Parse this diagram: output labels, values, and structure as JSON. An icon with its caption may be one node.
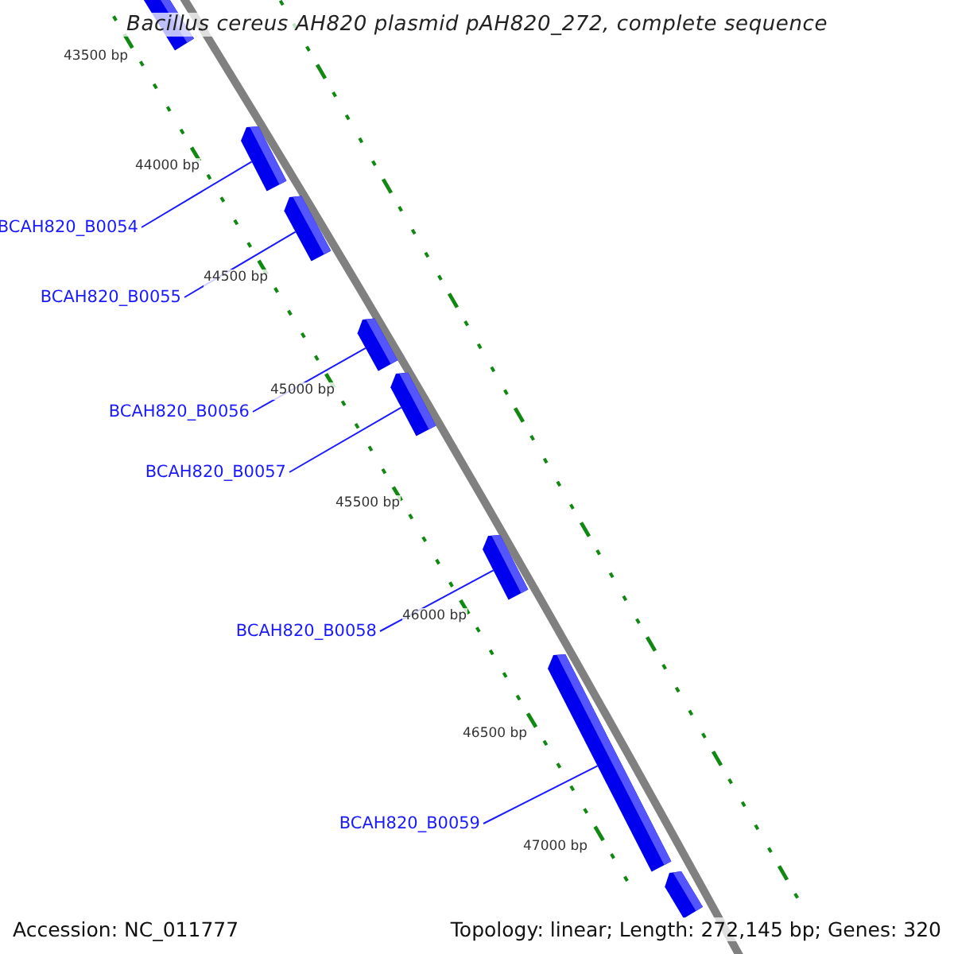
{
  "diagram": {
    "title": "Bacillus cereus AH820 plasmid pAH820_272, complete sequence",
    "nodes": [
      {
        "text": [],
        "shape": "bar"
      },
      {
        "text": [],
        "shape": "bar"
      },
      {
        "text": [],
        "shape": "bar"
      },
      {
        "text": [],
        "shape": "bar"
      },
      {
        "text": [],
        "shape": "bar"
      },
      {
        "text": [],
        "shape": "bar"
      },
      {
        "text": [],
        "shape": "bar"
      },
      {
        "text": [],
        "shape": "bar"
      },
      {
        "text": [
          "BCAH820_B0054"
        ]
      },
      {
        "text": [
          "BCAH820_B0055"
        ]
      },
      {
        "text": [
          "BCAH820_B0056"
        ]
      },
      {
        "text": [
          "BCAH820_B0057"
        ]
      },
      {
        "text": [
          "BCAH820_B0058"
        ]
      },
      {
        "text": [
          "BCAH820_B0059"
        ]
      }
    ],
    "edges": [
      {
        "from": 8,
        "to": 1,
        "arrow": "none"
      },
      {
        "from": 9,
        "to": 2,
        "arrow": "none"
      },
      {
        "from": 10,
        "to": 3,
        "arrow": "none"
      },
      {
        "from": 11,
        "to": 4,
        "arrow": "none"
      },
      {
        "from": 12,
        "to": 5,
        "arrow": "none"
      },
      {
        "from": 13,
        "to": 6,
        "arrow": "none"
      }
    ],
    "labels": [
      "43500 bp",
      "44000 bp",
      "44500 bp",
      "45000 bp",
      "45500 bp",
      "46000 bp",
      "46500 bp",
      "47000 bp",
      "Accession: NC_011777",
      "Topology: linear; Length: 272,145 bp; Genes: 320"
    ]
  }
}
